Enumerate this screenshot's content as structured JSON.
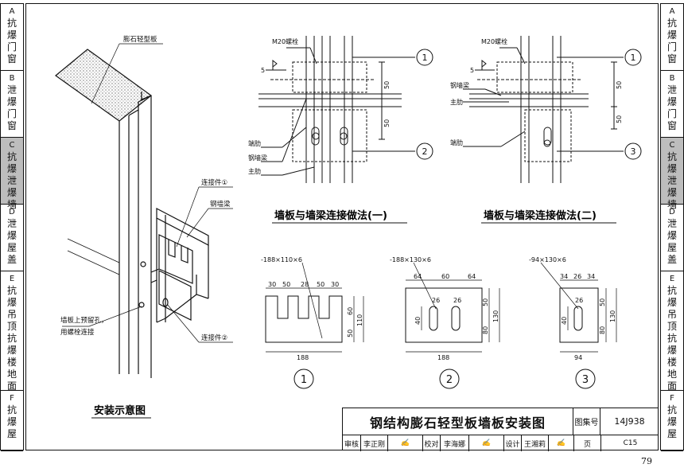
{
  "left_tabs": [
    {
      "code": "A",
      "text": [
        "抗",
        "爆",
        "门",
        "窗"
      ],
      "active": false
    },
    {
      "code": "B",
      "text": [
        "泄",
        "爆",
        "门",
        "窗"
      ],
      "active": false
    },
    {
      "code": "C",
      "text": [
        "抗",
        "爆",
        "泄",
        "爆",
        "墙"
      ],
      "active": true
    },
    {
      "code": "D",
      "text": [
        "泄",
        "爆",
        "屋",
        "盖"
      ],
      "active": false
    },
    {
      "code": "E",
      "text": [
        "抗",
        "爆",
        "吊",
        "顶",
        "抗",
        "爆",
        "楼",
        "地",
        "面"
      ],
      "active": false
    },
    {
      "code": "F",
      "text": [
        "抗",
        "爆",
        "屋"
      ],
      "active": false
    }
  ],
  "right_tabs": [
    {
      "code": "A",
      "text": [
        "抗",
        "爆",
        "门",
        "窗"
      ],
      "active": false
    },
    {
      "code": "B",
      "text": [
        "泄",
        "爆",
        "门",
        "窗"
      ],
      "active": false
    },
    {
      "code": "C",
      "text": [
        "抗",
        "爆",
        "泄",
        "爆",
        "墙"
      ],
      "active": true
    },
    {
      "code": "D",
      "text": [
        "泄",
        "爆",
        "屋",
        "盖"
      ],
      "active": false
    },
    {
      "code": "E",
      "text": [
        "抗",
        "爆",
        "吊",
        "顶",
        "抗",
        "爆",
        "楼",
        "地",
        "面"
      ],
      "active": false
    },
    {
      "code": "F",
      "text": [
        "抗",
        "爆",
        "屋"
      ],
      "active": false
    }
  ],
  "iso_view": {
    "title": "安装示意图",
    "label_panel": "膨石轻型板",
    "label_conn1": "连接件①",
    "label_beam": "钢墙梁",
    "label_hole_l1": "墙板上预留孔，",
    "label_hole_l2": "用螺栓连接",
    "label_conn2": "连接件②"
  },
  "detail_1": {
    "title": "墙板与墙梁连接做法(一)",
    "bolt": "M20螺栓",
    "weld": "5",
    "dim_a": "50",
    "dim_b": "50",
    "label_rib": "端肋",
    "label_beam": "钢墙梁",
    "label_main": "主肋",
    "callout_top": "1",
    "callout_bottom": "2"
  },
  "detail_2": {
    "title": "墙板与墙梁连接做法(二)",
    "bolt": "M20螺栓",
    "weld": "5",
    "dim_a": "50",
    "dim_b": "50",
    "label_beam": "钢墙梁",
    "label_main": "主肋",
    "label_rib": "端肋",
    "callout_top": "1",
    "callout_bottom": "3"
  },
  "part_1": {
    "spec": "-188×110×6",
    "top_dims": [
      "30",
      "50",
      "28",
      "50",
      "30"
    ],
    "right_dims": [
      "60",
      "50"
    ],
    "overall_h": "110",
    "width": "188",
    "number": "1"
  },
  "part_2": {
    "spec": "-188×130×6",
    "top_dims": [
      "64",
      "60",
      "64"
    ],
    "slot_w": [
      "26",
      "26"
    ],
    "left_dim": "40",
    "right_dims": [
      "50",
      "80"
    ],
    "overall_h": "130",
    "width": "188",
    "number": "2"
  },
  "part_3": {
    "spec": "-94×130×6",
    "top_dims": [
      "34",
      "26",
      "34"
    ],
    "slot_w": "26",
    "left_dim": "40",
    "right_dims": [
      "50",
      "80"
    ],
    "overall_h": "130",
    "width": "94",
    "number": "3"
  },
  "title_block": {
    "drawing_title": "钢结构膨石轻型板墙板安装图",
    "atlas_label": "图集号",
    "atlas_no": "14J938",
    "page_label": "页",
    "page_no": "C15",
    "review_label": "审核",
    "review_name": "李正刚",
    "proof_label": "校对",
    "proof_name": "李海娜",
    "design_label": "设计",
    "design_name": "王湘莉"
  },
  "page_number": "79"
}
